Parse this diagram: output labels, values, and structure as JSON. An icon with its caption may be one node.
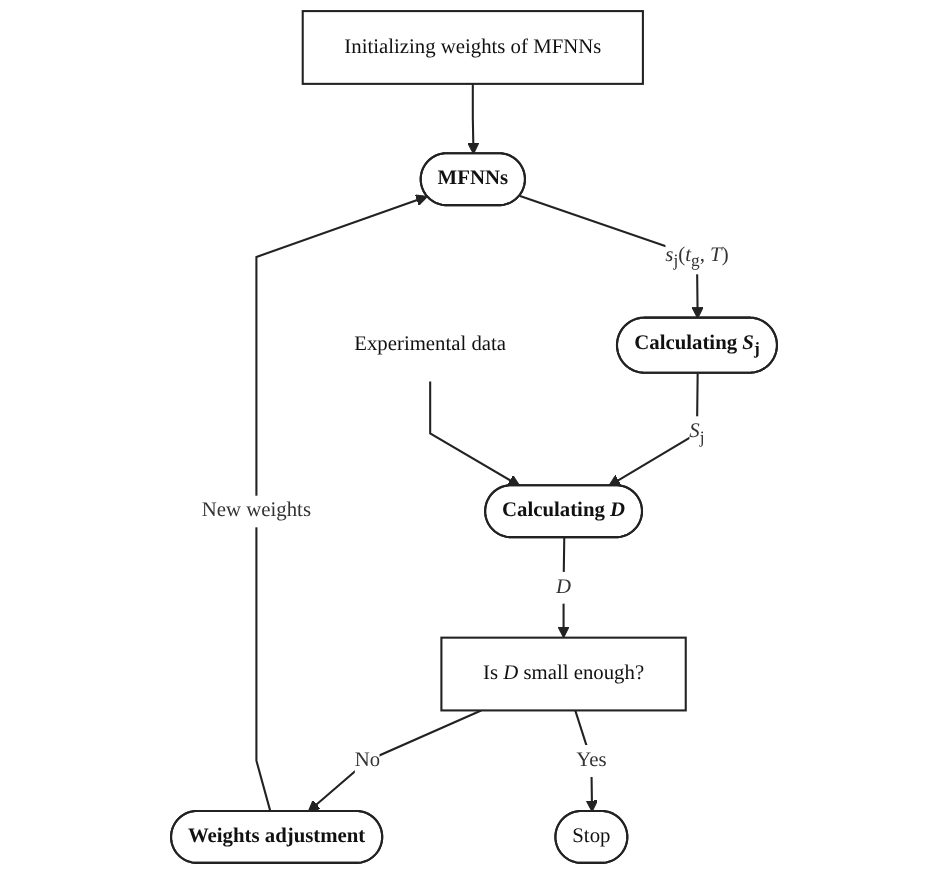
{
  "diagram": {
    "nodes": [
      {
        "text": [
          "Initializing weights of MFNNs"
        ]
      },
      {
        "text": [
          "MFNNs"
        ]
      },
      {
        "text": [
          "Calculating *S*$_{j}$"
        ]
      },
      {
        "text": [
          "Weights adjustment"
        ]
      },
      {
        "text": [
          "Calculating *D*"
        ]
      },
      {
        "text": [
          "Experimental data"
        ]
      },
      {
        "text": [
          "Is *D* small enough?"
        ]
      },
      {
        "text": [
          "Stop"
        ]
      }
    ],
    "edges": [
      {
        "from": 0,
        "to": 1,
        "arrow": "to"
      },
      {
        "from": 1,
        "to": 2,
        "arrow": "to",
        "label": "*s*$_{j}$(*t*$_{g}$, *T*)"
      },
      {
        "from": 2,
        "to": 4,
        "arrow": "to",
        "label": "*S*$_{j}$"
      },
      {
        "from": 5,
        "to": 4,
        "arrow": "to"
      },
      {
        "from": 4,
        "to": 6,
        "arrow": "to",
        "label": "*D*"
      },
      {
        "from": 6,
        "to": 3,
        "arrow": "to",
        "label": "No"
      },
      {
        "from": 3,
        "to": 1,
        "arrow": "to",
        "label": "New weights"
      },
      {
        "from": 6,
        "to": 7,
        "arrow": "to",
        "label": "Yes"
      }
    ]
  }
}
